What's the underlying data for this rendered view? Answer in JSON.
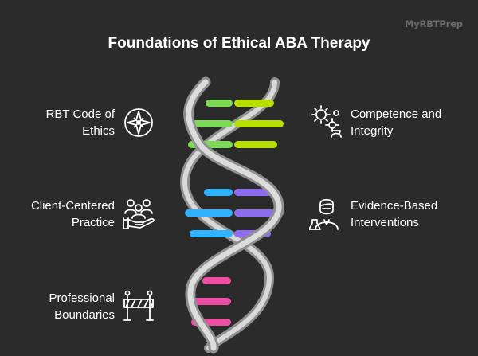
{
  "brand": "MyRBTPrep",
  "title": "Foundations of Ethical ABA Therapy",
  "labels": {
    "rbt_code": [
      "RBT Code of",
      "Ethics"
    ],
    "client_centered": [
      "Client-Centered",
      "Practice"
    ],
    "professional_boundaries": [
      "Professional",
      "Boundaries"
    ],
    "competence": [
      "Competence and",
      "Integrity"
    ],
    "evidence_based": [
      "Evidence-Based",
      "Interventions"
    ]
  },
  "icons": {
    "rbt_code": "compass-icon",
    "client_centered": "people-in-hand-icon",
    "professional_boundaries": "barrier-icon",
    "competence": "gears-person-icon",
    "evidence_based": "scientist-icon"
  },
  "colors": {
    "background": "#2b2b2b",
    "helix_strand": "#c9c9c9",
    "green_rungs": "#7ed957",
    "lime_rungs": "#b7e000",
    "blue_rungs": "#2fb2ff",
    "purple_rungs": "#8e6cf0",
    "pink_rungs": "#ee4fa5"
  }
}
